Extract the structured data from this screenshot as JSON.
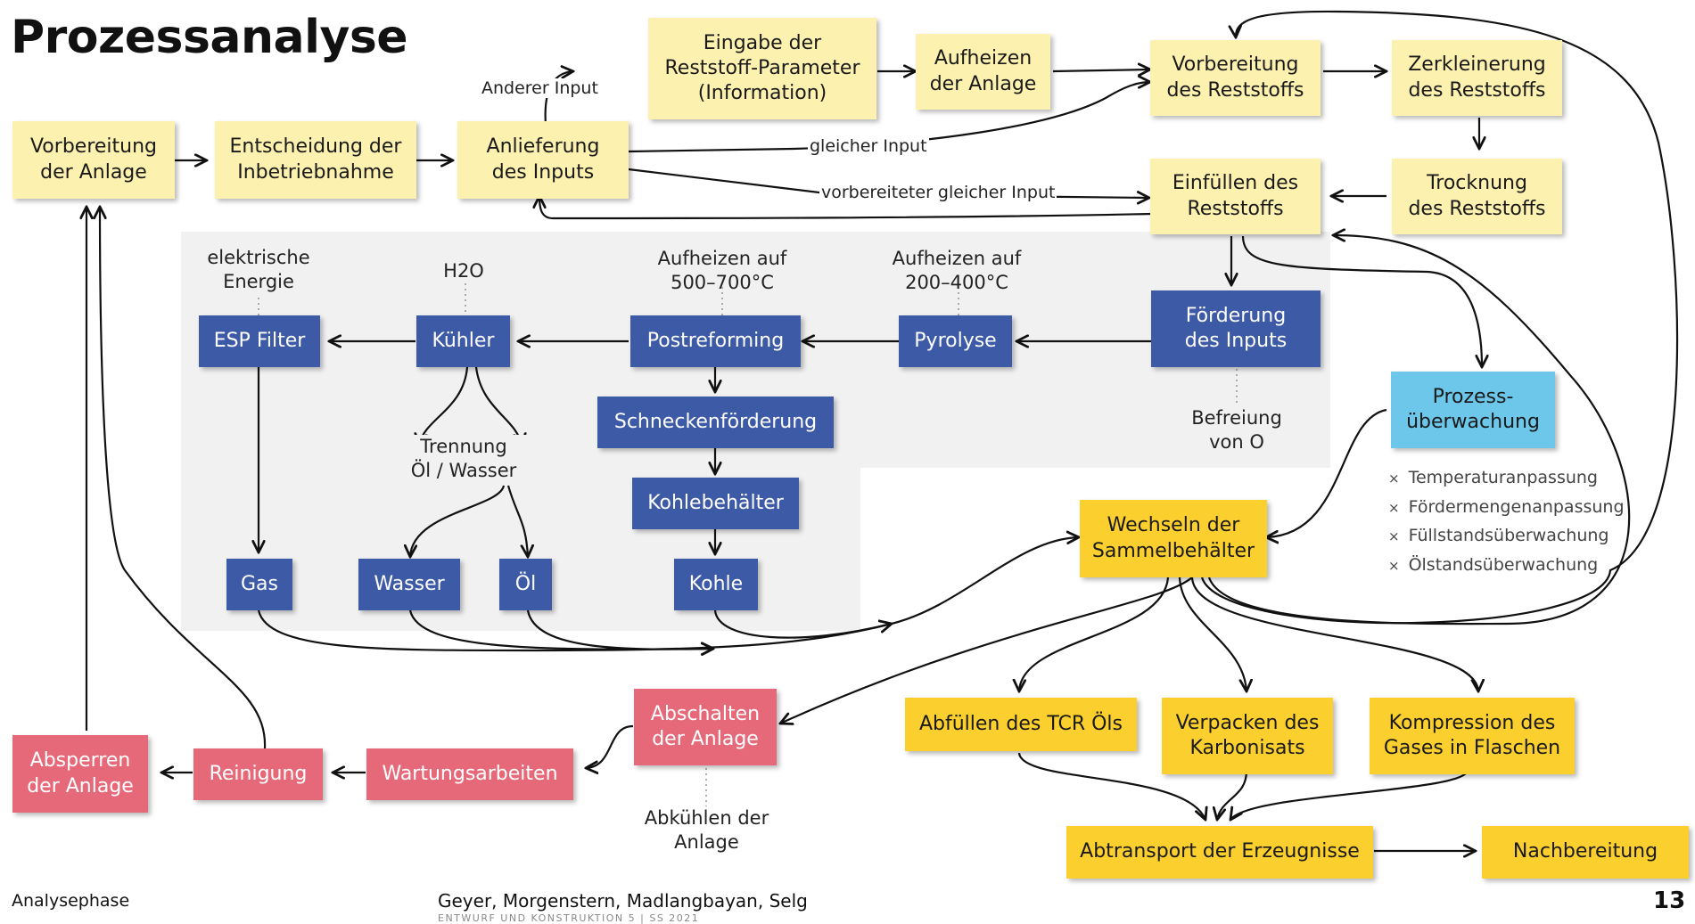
{
  "title": "Prozessanalyse",
  "phase": "Analysephase",
  "authors": "Geyer, Morgenstern, Madlangbayan, Selg",
  "course": "ENTWURF UND KONSTRUKTION 5 | SS 2021",
  "page_number": "13",
  "colors": {
    "preparation": "#fdf1b0",
    "process": "#3d5aa6",
    "output": "#fbcf2e",
    "shutdown": "#e6697a",
    "monitoring": "#6cc7ea",
    "process_area": "#f1f1f1"
  },
  "nodes": {
    "vorbereitung_anlage": "Vorbereitung\nder Anlage",
    "entscheidung": "Entscheidung der\nInbetriebnahme",
    "anlieferung": "Anlieferung\ndes Inputs",
    "eingabe": "Eingabe der\nReststoff-Parameter\n(Information)",
    "aufheizen_anlage": "Aufheizen\nder Anlage",
    "vorbereitung_reststoff": "Vorbereitung\ndes Reststoffs",
    "zerkleinerung": "Zerkleinerung\ndes Reststoffs",
    "trocknung": "Trocknung\ndes Reststoffs",
    "einfuellen": "Einfüllen des\nReststoffs",
    "foerderung": "Förderung\ndes Inputs",
    "pyrolyse": "Pyrolyse",
    "postreforming": "Postreforming",
    "kuehler": "Kühler",
    "esp_filter": "ESP Filter",
    "schneckenfoerderung": "Schneckenförderung",
    "kohlebehaelter": "Kohlebehälter",
    "gas": "Gas",
    "wasser": "Wasser",
    "oel": "Öl",
    "kohle": "Kohle",
    "prozessueberwachung": "Prozess-\nüberwachung",
    "wechseln": "Wechseln der\nSammelbehälter",
    "abfuellen": "Abfüllen des TCR Öls",
    "verpacken": "Verpacken des\nKarbonisats",
    "kompression": "Kompression des\nGases in Flaschen",
    "abtransport": "Abtransport der Erzeugnisse",
    "nachbereitung": "Nachbereitung",
    "abschalten": "Abschalten\nder Anlage",
    "wartungsarbeiten": "Wartungsarbeiten",
    "reinigung": "Reinigung",
    "absperren": "Absperren\nder Anlage"
  },
  "annotations": {
    "elektrische_energie": "elektrische\nEnergie",
    "h2o": "H2O",
    "aufheizen_500": "Aufheizen auf\n500–700°C",
    "aufheizen_200": "Aufheizen auf\n200–400°C",
    "befreiung": "Befreiung\nvon O",
    "trennung": "Trennung\nÖl / Wasser",
    "abkuehlen": "Abkühlen der\nAnlage"
  },
  "edge_labels": {
    "anderer_input": "Anderer Input",
    "gleicher_input": "gleicher Input",
    "vorbereiteter_input": "vorbereiteter gleicher Input"
  },
  "monitoring_tasks": [
    "Temperaturanpassung",
    "Fördermengenanpassung",
    "Füllstandsüberwachung",
    "Ölstandsüberwachung"
  ]
}
